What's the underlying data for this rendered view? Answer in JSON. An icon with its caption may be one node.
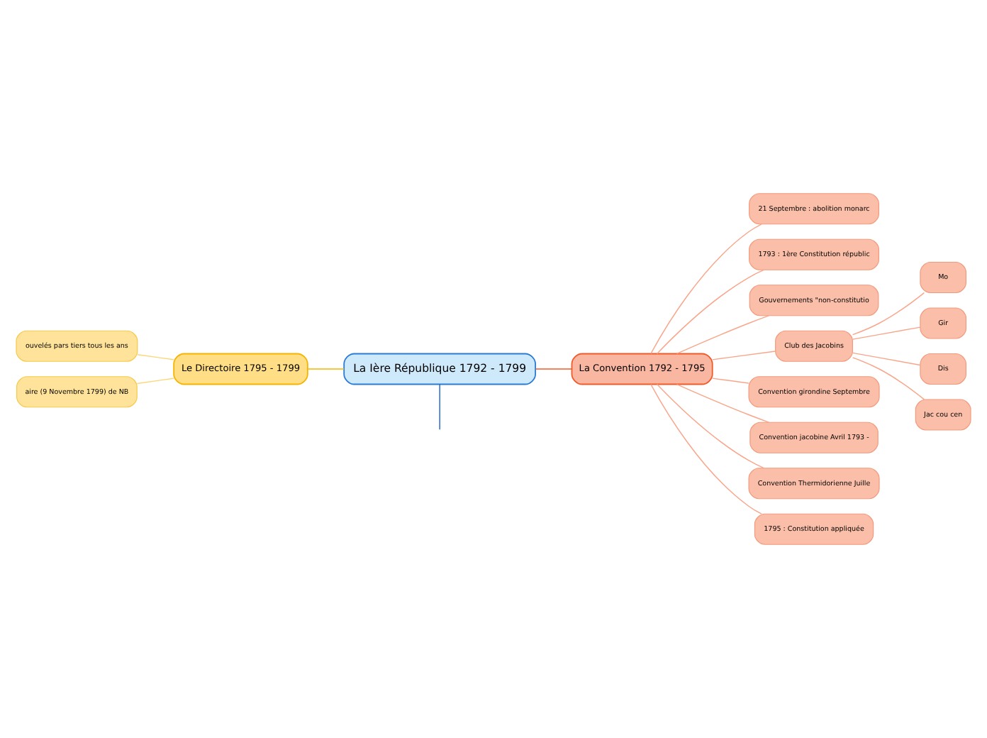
{
  "diagram": {
    "nodes": [
      {
        "text": [
          "La Ière République 1792 - 1799"
        ]
      },
      {
        "text": [
          "Le Directoire 1795 - 1799"
        ]
      },
      {
        "text": [
          "ouvelés pars tiers tous les ans"
        ]
      },
      {
        "text": [
          "aire (9 Novembre 1799) de NB"
        ]
      },
      {
        "text": [
          "La Convention 1792 - 1795"
        ]
      },
      {
        "text": [
          "21 Septembre : abolition monarc"
        ]
      },
      {
        "text": [
          "1793 : 1ère Constitution républic"
        ]
      },
      {
        "text": [
          "Gouvernements \"non-constitutio"
        ]
      },
      {
        "text": [
          "Club des Jacobins"
        ]
      },
      {
        "text": [
          "Mo"
        ]
      },
      {
        "text": [
          "Gir"
        ]
      },
      {
        "text": [
          "Dis"
        ]
      },
      {
        "text": [
          "Jac cou cen"
        ]
      },
      {
        "text": [
          "Convention girondine Septembre"
        ]
      },
      {
        "text": [
          "Convention jacobine Avril 1793 -"
        ]
      },
      {
        "text": [
          "Convention Thermidorienne Juille"
        ]
      },
      {
        "text": [
          "1795 : Constitution appliquée"
        ]
      }
    ],
    "edges": [
      {
        "from": 0,
        "to": null,
        "arrow": "none",
        "color": "#1e64c8"
      },
      {
        "from": 1,
        "to": 0,
        "arrow": "none",
        "color": "#f5b400"
      },
      {
        "from": 2,
        "to": 1,
        "arrow": "none",
        "color": "#fcd77a"
      },
      {
        "from": 3,
        "to": 1,
        "arrow": "none",
        "color": "#fcd77a"
      },
      {
        "from": 0,
        "to": 4,
        "arrow": "none",
        "color": "#f05a28"
      },
      {
        "from": 4,
        "to": 5,
        "arrow": "none"
      },
      {
        "from": 4,
        "to": 6,
        "arrow": "none"
      },
      {
        "from": 4,
        "to": 7,
        "arrow": "none"
      },
      {
        "from": 4,
        "to": 8,
        "arrow": "none"
      },
      {
        "from": 8,
        "to": 9,
        "arrow": "none"
      },
      {
        "from": 8,
        "to": 10,
        "arrow": "none"
      },
      {
        "from": 8,
        "to": 11,
        "arrow": "none"
      },
      {
        "from": 8,
        "to": 12,
        "arrow": "none"
      },
      {
        "from": 4,
        "to": 13,
        "arrow": "none"
      },
      {
        "from": 4,
        "to": 14,
        "arrow": "none"
      },
      {
        "from": 4,
        "to": 15,
        "arrow": "none"
      },
      {
        "from": 4,
        "to": 16,
        "arrow": "none"
      }
    ]
  }
}
